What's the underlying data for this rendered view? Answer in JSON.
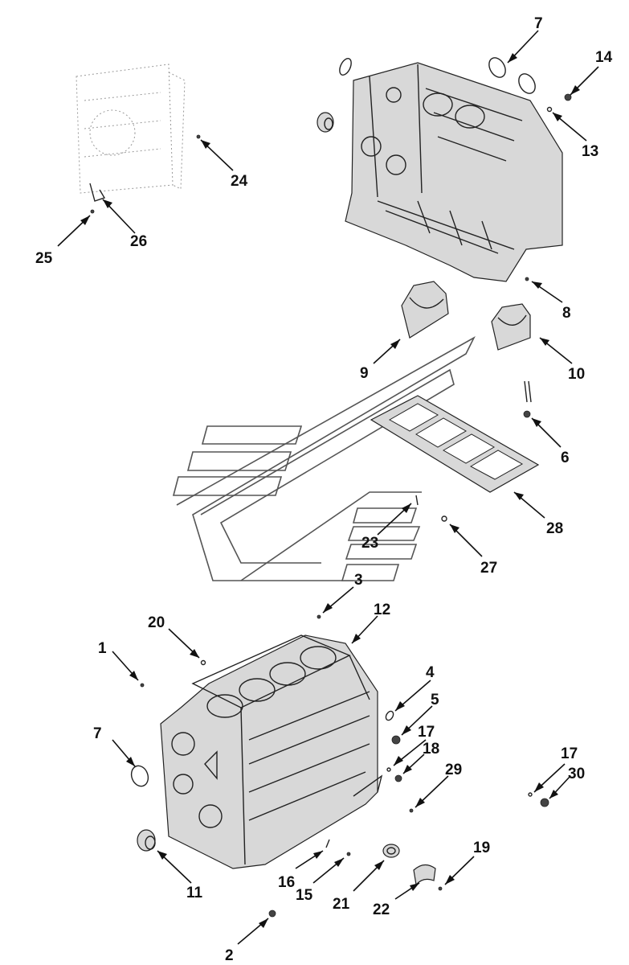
{
  "diagram": {
    "callouts": [
      {
        "id": "c1",
        "label": "1"
      },
      {
        "id": "c2",
        "label": "2"
      },
      {
        "id": "c3",
        "label": "3"
      },
      {
        "id": "c4",
        "label": "4"
      },
      {
        "id": "c5",
        "label": "5"
      },
      {
        "id": "c6",
        "label": "6"
      },
      {
        "id": "c7a",
        "label": "7"
      },
      {
        "id": "c7b",
        "label": "7"
      },
      {
        "id": "c8",
        "label": "8"
      },
      {
        "id": "c9",
        "label": "9"
      },
      {
        "id": "c10",
        "label": "10"
      },
      {
        "id": "c11",
        "label": "11"
      },
      {
        "id": "c12",
        "label": "12"
      },
      {
        "id": "c13",
        "label": "13"
      },
      {
        "id": "c14",
        "label": "14"
      },
      {
        "id": "c15",
        "label": "15"
      },
      {
        "id": "c16",
        "label": "16"
      },
      {
        "id": "c17a",
        "label": "17"
      },
      {
        "id": "c17b",
        "label": "17"
      },
      {
        "id": "c18",
        "label": "18"
      },
      {
        "id": "c19",
        "label": "19"
      },
      {
        "id": "c20",
        "label": "20"
      },
      {
        "id": "c21",
        "label": "21"
      },
      {
        "id": "c22",
        "label": "22"
      },
      {
        "id": "c23",
        "label": "23"
      },
      {
        "id": "c24",
        "label": "24"
      },
      {
        "id": "c25",
        "label": "25"
      },
      {
        "id": "c26",
        "label": "26"
      },
      {
        "id": "c27",
        "label": "27"
      },
      {
        "id": "c28",
        "label": "28"
      },
      {
        "id": "c29",
        "label": "29"
      },
      {
        "id": "c30",
        "label": "30"
      }
    ]
  }
}
